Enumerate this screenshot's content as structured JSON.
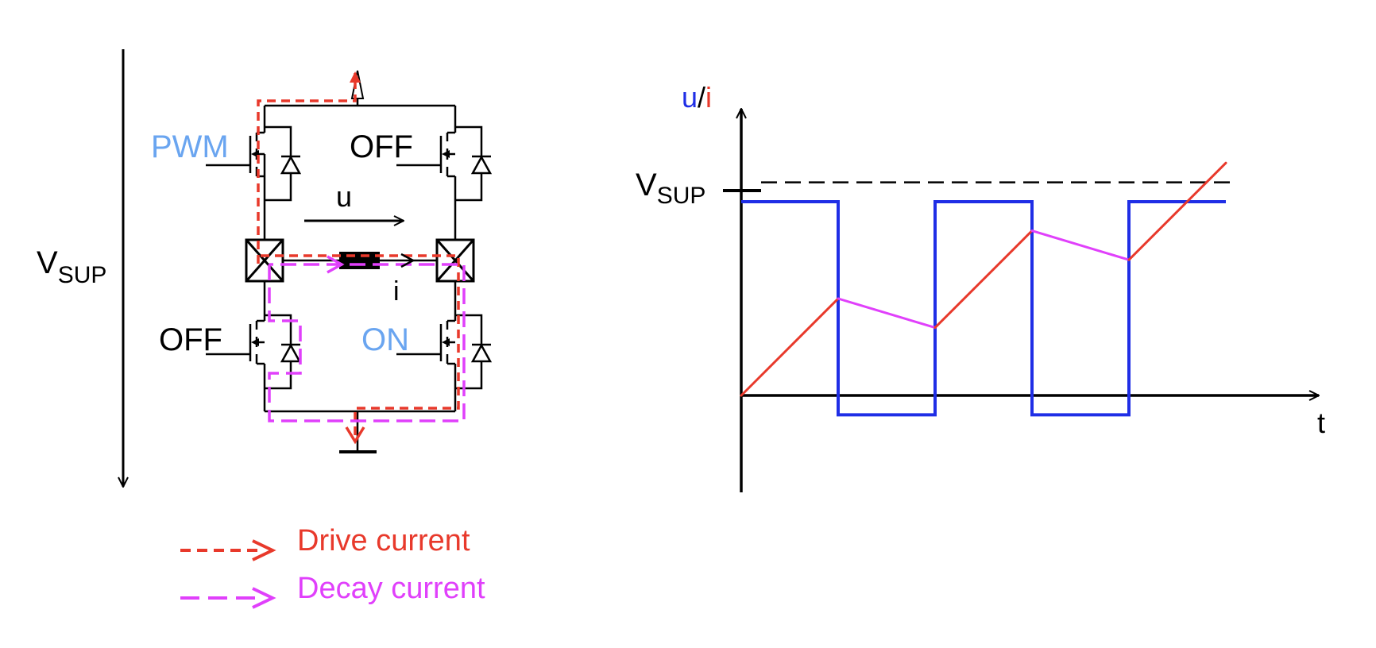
{
  "circuit": {
    "vsup_main": "V",
    "vsup_sub": "SUP",
    "label_pwm": "PWM",
    "label_off_top": "OFF",
    "label_off_bottom": "OFF",
    "label_on": "ON",
    "label_u": "u",
    "label_i": "i",
    "colors": {
      "wire": "#000000",
      "drive": "#e8392b",
      "decay": "#e040fb",
      "state_blue": "#6aa5f0"
    }
  },
  "legend": {
    "drive_label": "Drive current",
    "decay_label": "Decay current"
  },
  "chart_data": {
    "type": "line",
    "y_axis_label_u": "u",
    "y_axis_separator": "/",
    "y_axis_label_i": "i",
    "x_axis_label": "t",
    "reference_main": "V",
    "reference_sub": "SUP",
    "reference_value": 1.1,
    "xlim": [
      0,
      6
    ],
    "ylim": [
      -0.5,
      1.5
    ],
    "series": [
      {
        "name": "u",
        "color": "#1f2ee6",
        "x": [
          0,
          1,
          1,
          2,
          2,
          3,
          3,
          4,
          4,
          5
        ],
        "y": [
          1.0,
          1.0,
          -0.1,
          -0.1,
          1.0,
          1.0,
          -0.1,
          -0.1,
          1.0,
          1.0
        ]
      },
      {
        "name": "i",
        "segments": [
          {
            "color": "#e8392b",
            "x": [
              0,
              1
            ],
            "y": [
              0.0,
              0.5
            ]
          },
          {
            "color": "#e040fb",
            "x": [
              1,
              2
            ],
            "y": [
              0.5,
              0.35
            ]
          },
          {
            "color": "#e8392b",
            "x": [
              2,
              3
            ],
            "y": [
              0.35,
              0.85
            ]
          },
          {
            "color": "#e040fb",
            "x": [
              3,
              4
            ],
            "y": [
              0.85,
              0.7
            ]
          },
          {
            "color": "#e8392b",
            "x": [
              4,
              5
            ],
            "y": [
              0.7,
              1.2
            ]
          }
        ]
      }
    ]
  }
}
